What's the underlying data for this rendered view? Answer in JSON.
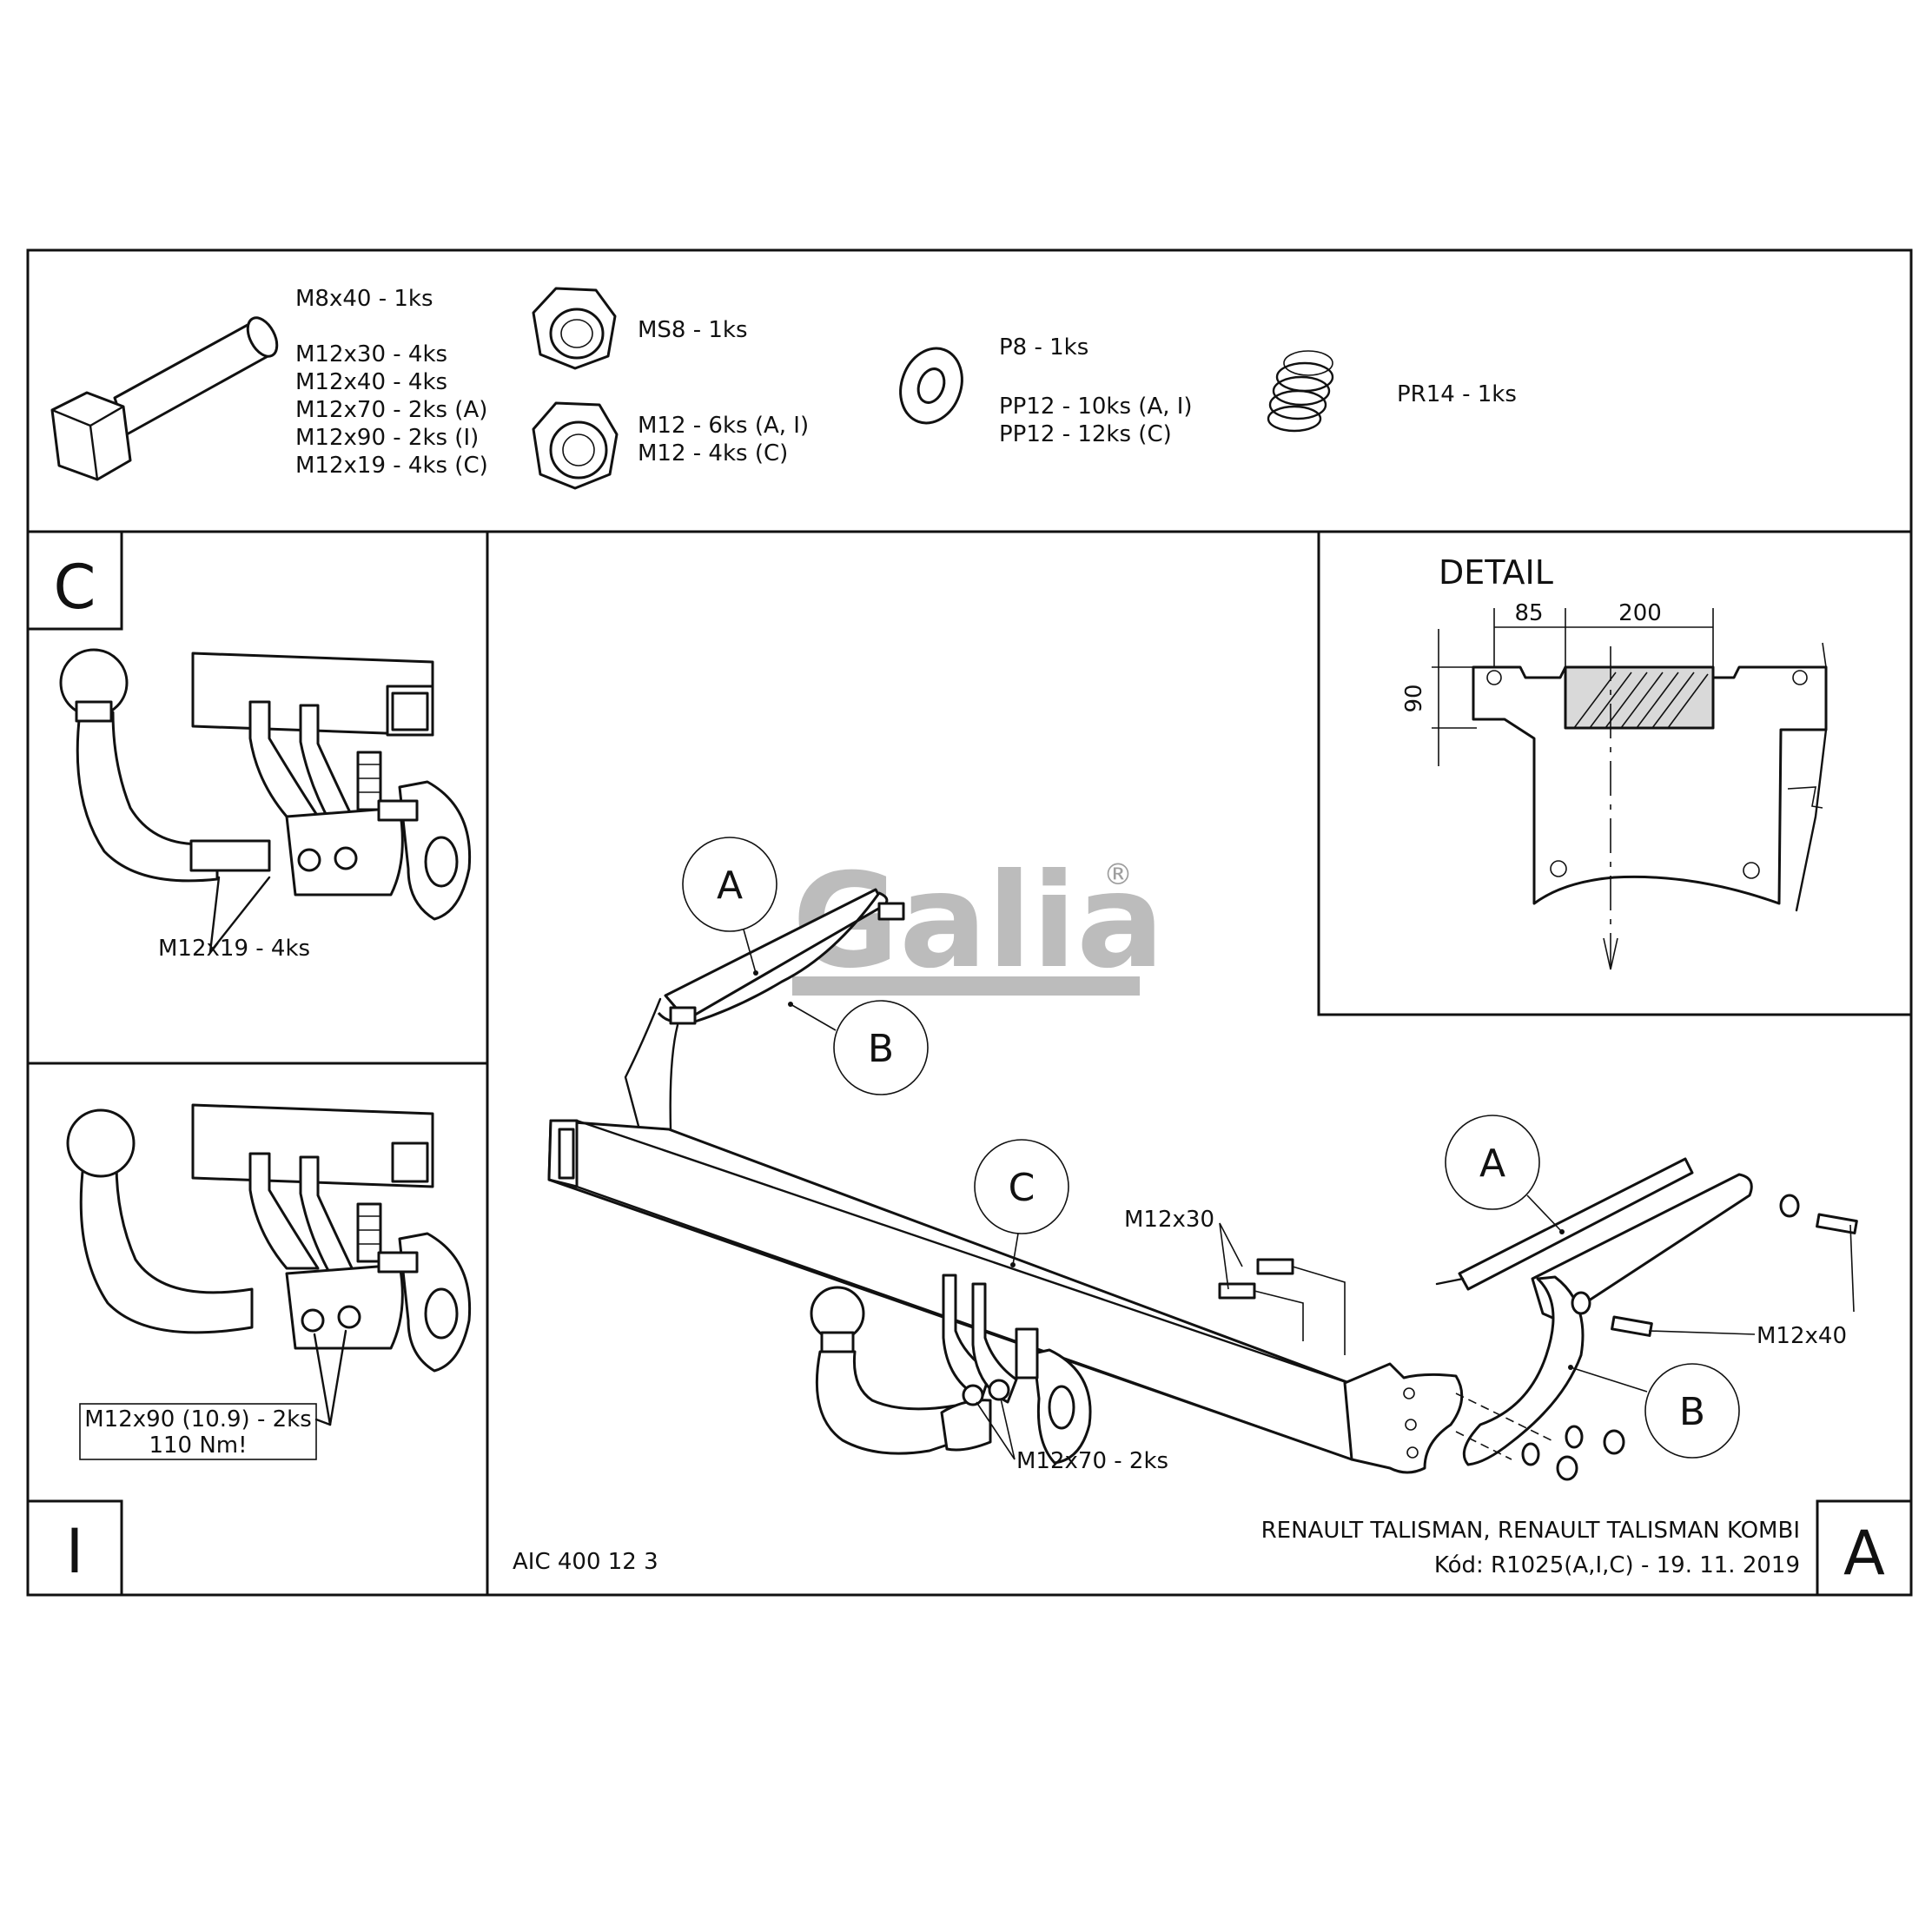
{
  "parts": {
    "bolt_labels": [
      "M8x40 - 1ks",
      "",
      "M12x30 - 4ks",
      "M12x40 - 4ks",
      "M12x70 - 2ks (A)",
      "M12x90 - 2ks (I)",
      "M12x19 - 4ks (C)"
    ],
    "nut_ms8_label": "MS8 - 1ks",
    "nut_m12_labels": [
      "M12 - 6ks (A, I)",
      "M12 - 4ks (C)"
    ],
    "washer_labels": [
      "P8 - 1ks",
      "",
      "PP12 - 10ks (A, I)",
      "PP12 - 12ks (C)"
    ],
    "spring_label": "PR14 - 1ks"
  },
  "variant_c": {
    "badge": "C",
    "bolt_callout": "M12x19 - 4ks"
  },
  "variant_i": {
    "badge": "I",
    "bolt_callout": [
      "M12x90 (10.9) - 2ks",
      "110 Nm!"
    ]
  },
  "detail": {
    "title": "DETAIL",
    "dim_85": "85",
    "dim_200": "200",
    "dim_90": "90"
  },
  "main": {
    "callout_a_left": "A",
    "callout_b_left": "B",
    "callout_c": "C",
    "callout_a_right": "A",
    "callout_b_right": "B",
    "label_m12x30": "M12x30",
    "label_m12x40": "M12x40",
    "label_m12x70": "M12x70 - 2ks",
    "watermark": "Galia",
    "watermark_mark": "®"
  },
  "footer": {
    "code_left": "AIC 400 12 3",
    "vehicle": "RENAULT TALISMAN, RENAULT TALISMAN KOMBI",
    "kod": "Kód: R1025(A,I,C) - 19. 11. 2019",
    "badge": "A"
  }
}
